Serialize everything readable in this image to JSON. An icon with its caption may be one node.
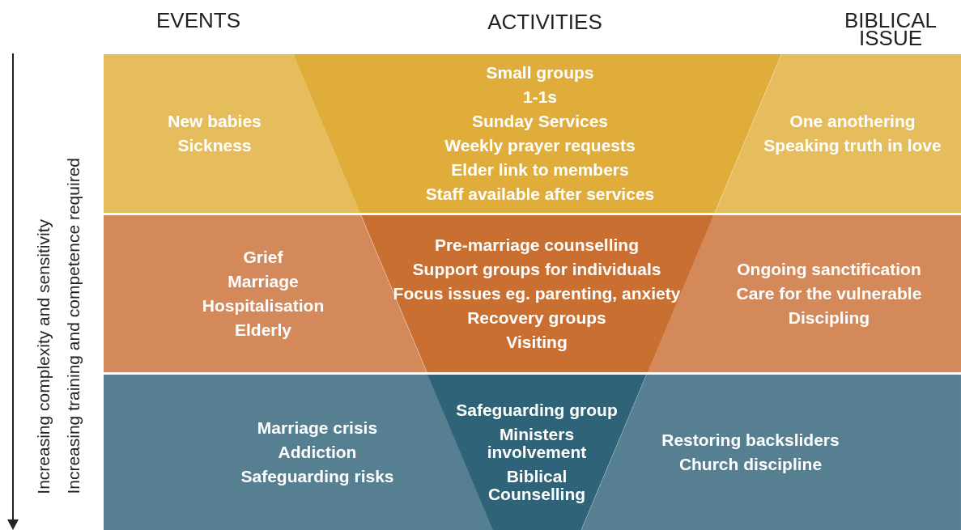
{
  "diagram": {
    "nodes": [
      {
        "text": [
          "New babies",
          "Sickness"
        ]
      },
      {
        "text": [
          "Small groups",
          "1-1s",
          "Sunday Services",
          "Weekly prayer requests",
          "Elder link to members",
          "Staff available after services"
        ]
      },
      {
        "text": [
          "One anothering",
          "Speaking truth in love"
        ]
      },
      {
        "text": [
          "Grief",
          "Marriage",
          "Hospitalisation",
          "Elderly"
        ]
      },
      {
        "text": [
          "Pre-marriage counselling",
          "Support groups for individuals",
          "Focus issues eg. parenting, anxiety",
          "Recovery groups",
          "Visiting"
        ]
      },
      {
        "text": [
          "Ongoing sanctification",
          "Care for the vulnerable",
          "Discipling"
        ]
      },
      {
        "text": [
          "Marriage crisis",
          "Addiction",
          "Safeguarding risks"
        ]
      },
      {
        "text": [
          "Safeguarding group",
          "Ministers involvement",
          "Biblical Counselling"
        ]
      },
      {
        "text": [
          "Restoring backsliders",
          "Church discipline"
        ]
      }
    ],
    "edges": [],
    "labels": [
      "EVENTS",
      "ACTIVITIES",
      "BIBLICAL ISSUE",
      "Increasing complexity and sensitivity",
      "Increasing training and competence required"
    ]
  }
}
